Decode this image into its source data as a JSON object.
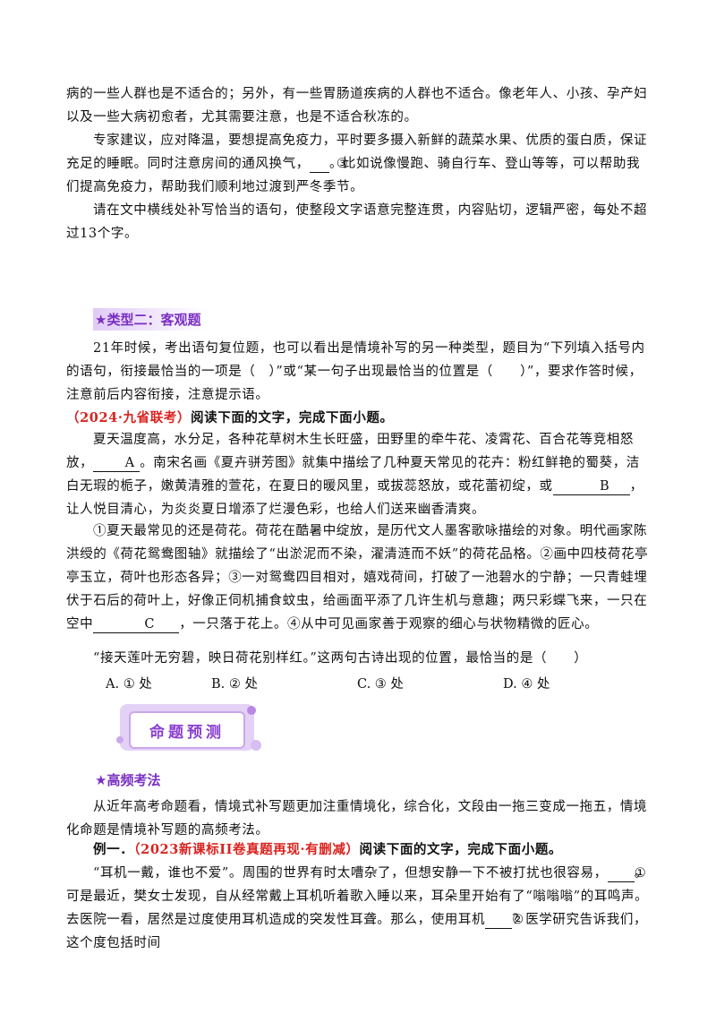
{
  "para1": "病的一些人群也是不适合的；另外，有一些胃肠道疾病的人群也不适合。像老年人、小孩、孕产妇以及一些大病初愈者，尤其需要注意，也是不适合秋冻的。",
  "para2": {
    "before": "专家建议，应对降温，要想提高免疫力，平时要多摄入新鲜的蔬菜水果、优质的蛋白质，保证充足的睡眠。同时注意房间的通风换气，",
    "blank": "③",
    "after": "。比如说像慢跑、骑自行车、登山等等，可以帮助我们提高免疫力，帮助我们顺利地过渡到严冬季节。"
  },
  "para3": "请在文中横线处补写恰当的语句，使整段文字语意完整连贯，内容贴切，逻辑严密，每处不超过13个字。",
  "heading_type2": "★类型二：客观题",
  "para_type2": "21年时候，考出语句复位题，也可以看出是情境补写的另一种类型，题目为“下列填入括号内的语句，衔接最恰当的一项是（　）”或“某一句子出现最恰当的位置是（　　）”，要求作答时候，注意前后内容衔接，注意提示语。",
  "source1": {
    "tag": "（2024·九省联考）",
    "text": "阅读下面的文字，完成下面小题。"
  },
  "passage1": {
    "s1": "夏天温度高，水分足，各种花草树木生长旺盛，田野里的牵牛花、凌霄花、百合花等竞相怒放，",
    "blankA": "A",
    "s2": "。南宋名画《夏卉骈芳图》就集中描绘了几种夏天常见的花卉：粉红鲜艳的蜀葵，洁白无瑕的栀子，嫩黄清雅的萱花，在夏日的暖风里，或拔蕊怒放，或花蕾初绽，或",
    "blankB": "B",
    "s3": "，让人悦目清心，为炎炎夏日增添了烂漫色彩，也给人们送来幽香清爽。"
  },
  "passage2": {
    "s1": "①夏天最常见的还是荷花。荷花在酷暑中绽放，是历代文人墨客歌咏描绘的对象。明代画家陈洪绶的《荷花鸳鸯图轴》就描绘了“出淤泥而不染，濯清涟而不妖”的荷花品格。②画中四枝荷花亭亭玉立，荷叶也形态各异；③一对鸳鸯四目相对，嬉戏荷间，打破了一池碧水的宁静；一只青蛙埋伏于石后的荷叶上，好像正伺机捕食蚊虫，给画面平添了几许生机与意趣；两只彩蝶飞来，一只在空中",
    "blankC": "C",
    "s2": "，一只落于花上。④从中可见画家善于观察的细心与状物精微的匠心。"
  },
  "question": "“接天莲叶无穷碧，映日荷花别样红。”这两句古诗出现的位置，最恰当的是（　　）",
  "options": [
    "A. ① 处",
    "B. ② 处",
    "C. ③ 处",
    "D. ④ 处"
  ],
  "badge": "命题预测",
  "heading_freq": "★高频考法",
  "para_freq": "从近年高考命题看，情境式补写题更加注重情境化，综合化，文段由一拖三变成一拖五，情境化命题是情境补写题的高频考法。",
  "example1": {
    "label": "例一．",
    "tag": "（2023新课标II卷真题再现·有删减）",
    "text": "阅读下面的文字，完成下面小题。"
  },
  "passage3": {
    "s1": "“耳机一戴，谁也不爱”。周围的世界有时太嘈杂了，但想安静一下不被打扰也很容易，",
    "blank1": "①",
    "s2": "。可是最近，樊女士发现，自从经常戴上耳机听着歌入睡以来，耳朵里开始有了“嗡嗡嗡”的耳鸣声。去医院一看，居然是过度使用耳机造成的突发性耳聋。那么，使用耳机",
    "blank2": "②",
    "s3": "？医学研究告诉我们，这个度包括时间"
  },
  "colors": {
    "accent_purple": "#7a2fc2",
    "source_red": "#d9231f",
    "badge_bg": "#e4d2f6"
  }
}
